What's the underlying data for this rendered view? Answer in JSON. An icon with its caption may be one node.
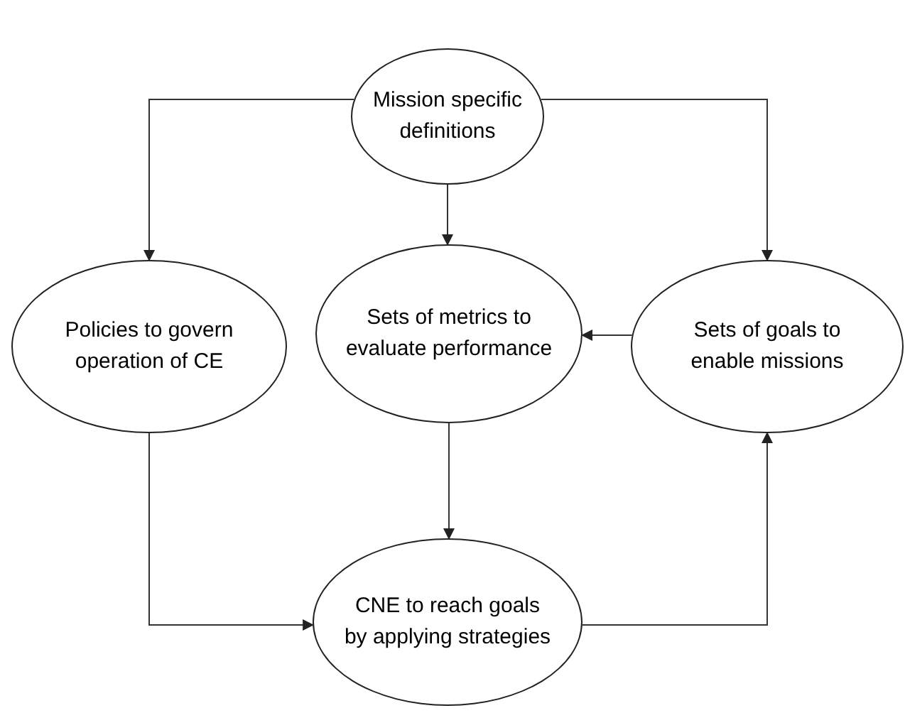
{
  "diagram": {
    "nodes": [
      {
        "text": [
          "Mission specific definitions"
        ]
      },
      {
        "text": [
          "Policies to govern operation of CE"
        ]
      },
      {
        "text": [
          "Sets of metrics to evaluate performance"
        ]
      },
      {
        "text": [
          "Sets of goals to enable missions"
        ]
      },
      {
        "text": [
          "CNE to reach goals by applying strategies"
        ]
      }
    ],
    "edges": [
      {
        "from": 0,
        "to": 1,
        "arrow": "to"
      },
      {
        "from": 0,
        "to": 2,
        "arrow": "to"
      },
      {
        "from": 0,
        "to": 3,
        "arrow": "to"
      },
      {
        "from": 3,
        "to": 2,
        "arrow": "to"
      },
      {
        "from": 2,
        "to": 4,
        "arrow": "to"
      },
      {
        "from": 1,
        "to": 4,
        "arrow": "to"
      },
      {
        "from": 4,
        "to": 3,
        "arrow": "to"
      }
    ]
  }
}
